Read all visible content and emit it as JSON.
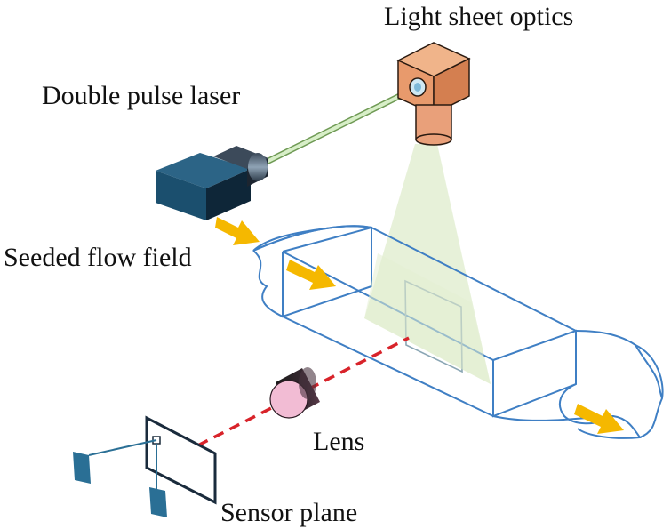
{
  "labels": {
    "light_sheet_optics": "Light sheet optics",
    "double_pulse_laser": "Double pulse laser",
    "seeded_flow_field": "Seeded flow field",
    "lens": "Lens",
    "sensor_plane": "Sensor plane"
  },
  "colors": {
    "channel_outline": "#3f7fc4",
    "flow_arrow": "#f5b800",
    "laser_beam": "#b8dca0",
    "light_sheet": "#e3efd2",
    "optics_body": "#e89a6c",
    "laser_body": "#1b4f6e",
    "camera_ray": "#d8232a",
    "lens_body": "#f2bcd4",
    "sensor_outline": "#1a2b3c",
    "sensor_pixel": "#2a6f95"
  }
}
